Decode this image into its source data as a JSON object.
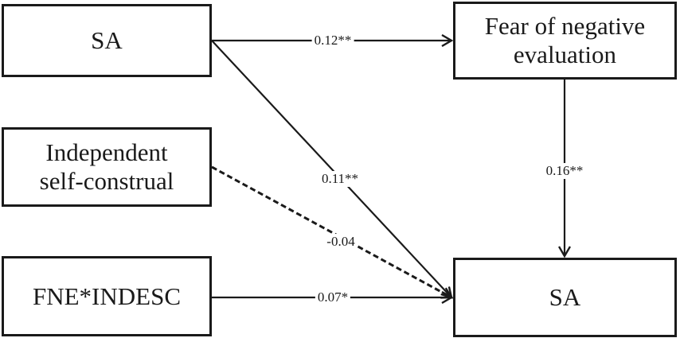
{
  "diagram": {
    "nodes": {
      "sa_predictor": {
        "label": "SA"
      },
      "independent_self_construal": {
        "label": "Independent\nself-construal"
      },
      "interaction": {
        "label": "FNE*INDESC"
      },
      "fear_negative_evaluation": {
        "label": "Fear of negative\nevaluation"
      },
      "sa_outcome": {
        "label": "SA"
      }
    },
    "paths": {
      "sa_to_fne": {
        "coefficient": "0.12**",
        "style": "solid"
      },
      "sa_to_sa": {
        "coefficient": "0.11**",
        "style": "solid"
      },
      "indep_to_sa": {
        "coefficient": "-0.04",
        "style": "dashed"
      },
      "interaction_to_sa": {
        "coefficient": "0.07*",
        "style": "solid"
      },
      "fne_to_sa": {
        "coefficient": "0.16**",
        "style": "solid"
      }
    }
  }
}
